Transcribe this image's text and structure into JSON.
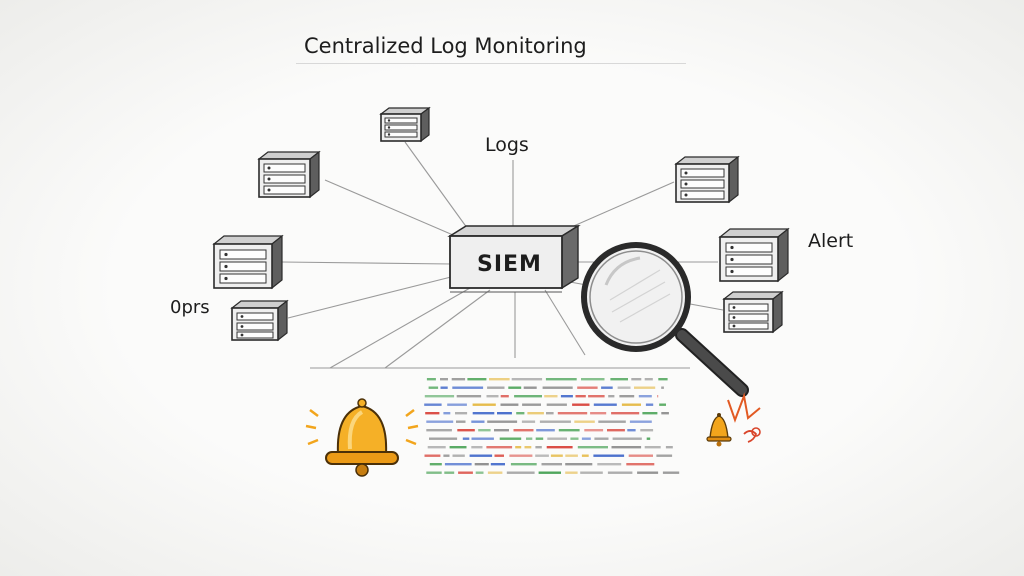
{
  "diagram": {
    "title": "Centralized Log Monitoring",
    "center_node": "SIEM",
    "labels": {
      "logs": "Logs",
      "alert": "Alert",
      "oprs": "0prs"
    },
    "icons": [
      "server-icon",
      "magnifying-glass-icon",
      "bell-icon",
      "small-bell-icon",
      "log-stream"
    ],
    "colors": {
      "bell": "#f2a51c",
      "log_red": "#d8433a",
      "log_green": "#3f9d4c",
      "log_blue": "#3a63c8",
      "log_yellow": "#e3b53a"
    }
  }
}
